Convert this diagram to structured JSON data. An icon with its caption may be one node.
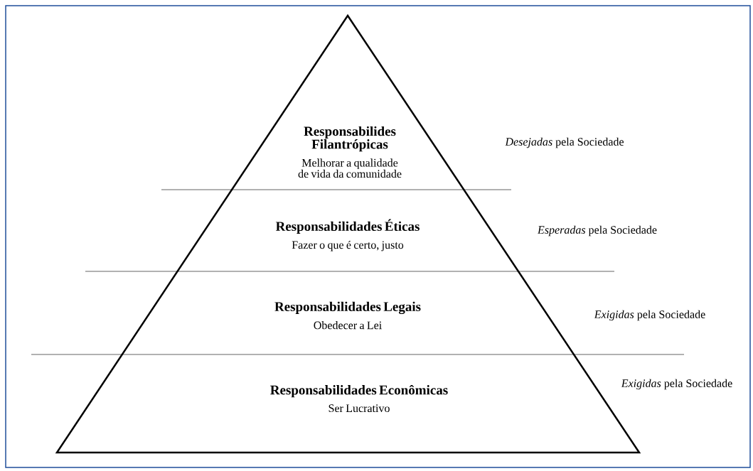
{
  "diagram": {
    "nodes": [
      {
        "text": [
          "Responsabilides Filantrópicas",
          "Melhorar a qualidade de vida da comunidade"
        ]
      },
      {
        "text": [
          "Responsabilidades Éticas",
          "Fazer o que é certo, justo"
        ]
      },
      {
        "text": [
          "Responsabilidades Legais",
          "Obedecer a Lei"
        ]
      },
      {
        "text": [
          "Responsabilidades Econômicas",
          "Ser Lucrativo"
        ]
      }
    ],
    "labels": [
      "*Desejadas* pela Sociedade",
      "*Esperadas* pela Sociedade",
      "*Exigidas* pela Sociedade",
      "*Exigidas* pela Sociedade"
    ]
  }
}
